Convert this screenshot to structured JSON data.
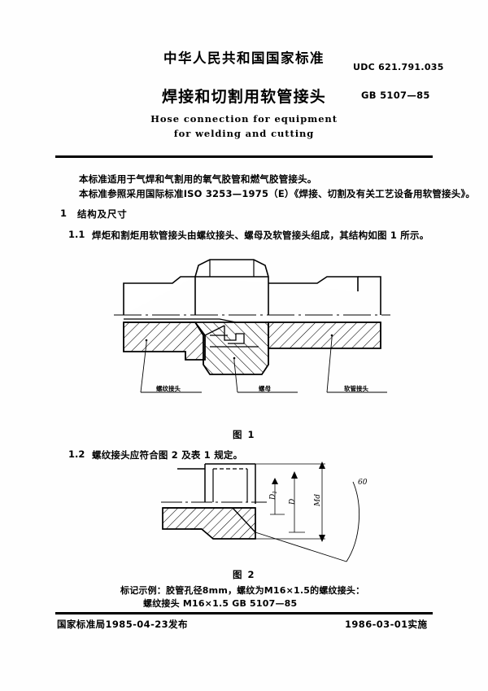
{
  "header": {
    "national_standard": "中华人民共和国国家标准",
    "udc": "UDC 621.791.035",
    "title_cn": "焊接和切割用软管接头",
    "standard_no": "GB 5107—85",
    "title_en_line1": "Hose connection for equipment",
    "title_en_line2": "for welding and cutting"
  },
  "body": {
    "scope_line1": "本标准适用于气焊和气割用的氧气胶管和燃气胶管接头。",
    "scope_line2": "本标准参照采用国际标准ISO 3253—1975（E）《焊接、切割及有关工艺设备用软管接头》。",
    "section1_num": "1",
    "section1_title": "结构及尺寸",
    "sub11_num": "1.1",
    "sub11_text": "焊炬和割炬用软管接头由螺纹接头、螺母及软管接头组成，其结构如图 1 所示。",
    "sub12_num": "1.2",
    "sub12_text": "螺纹接头应符合图 2 及表 1 规定。"
  },
  "figure1": {
    "caption": "图 1",
    "labels": [
      "螺纹接头",
      "螺母",
      "软管接头"
    ]
  },
  "figure2": {
    "caption": "图 2",
    "dim_d1": "D",
    "dim_d1_sub": "1",
    "dim_d": "D",
    "dim_md": "Md",
    "angle": "60"
  },
  "marking": {
    "line1": "标记示例：胶管孔径8mm，螺纹为M16×1.5的螺纹接头：",
    "line2": "螺纹接头   M16×1.5   GB 5107—85"
  },
  "footer": {
    "left": "国家标准局1985-04-23发布",
    "right": "1986-03-01实施"
  }
}
